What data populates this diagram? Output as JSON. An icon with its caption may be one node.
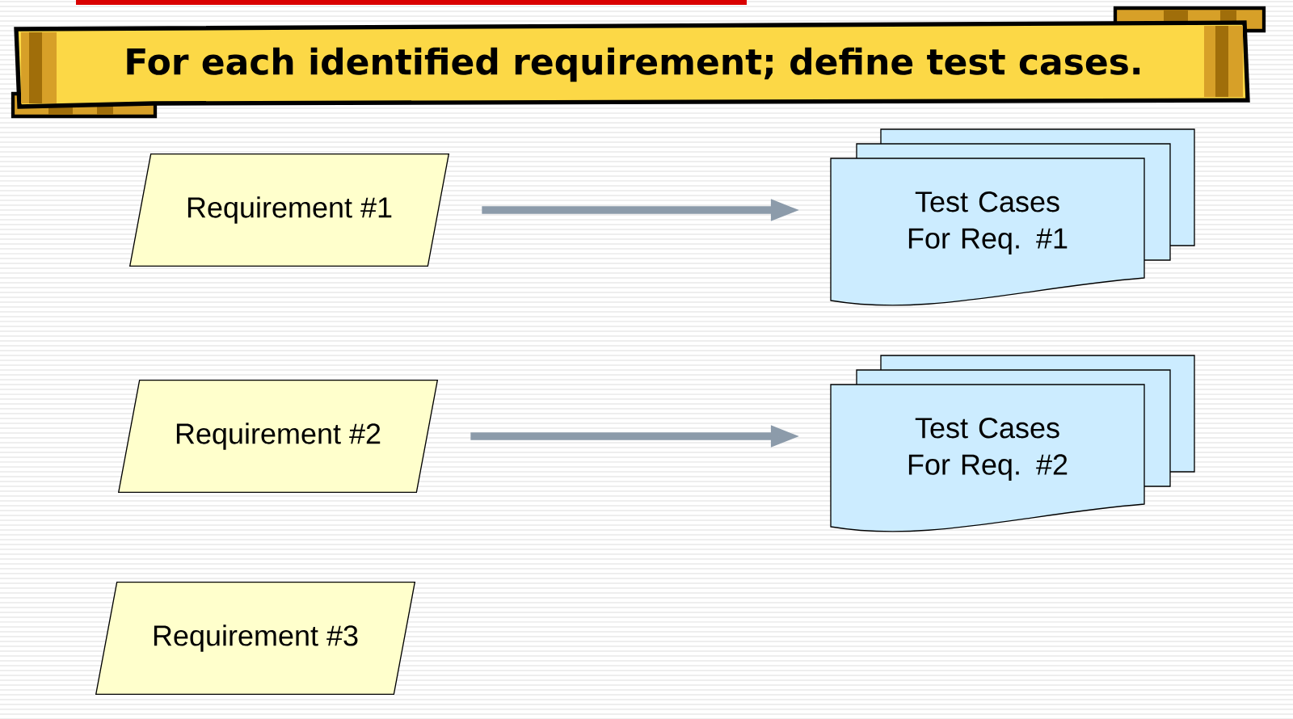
{
  "diagram": {
    "title": "For each identified requirement; define test cases.",
    "nodes": [
      {
        "text": [
          "Requirement #1"
        ]
      },
      {
        "text": [
          "Test Cases For Req. #1"
        ]
      },
      {
        "text": [
          "Requirement #2"
        ]
      },
      {
        "text": [
          "Test Cases For Req. #2"
        ]
      },
      {
        "text": [
          "Requirement #3"
        ]
      }
    ],
    "edges": [
      {
        "from": 0,
        "to": 1,
        "arrow": "to"
      },
      {
        "from": 2,
        "to": 3,
        "arrow": "to"
      }
    ]
  }
}
